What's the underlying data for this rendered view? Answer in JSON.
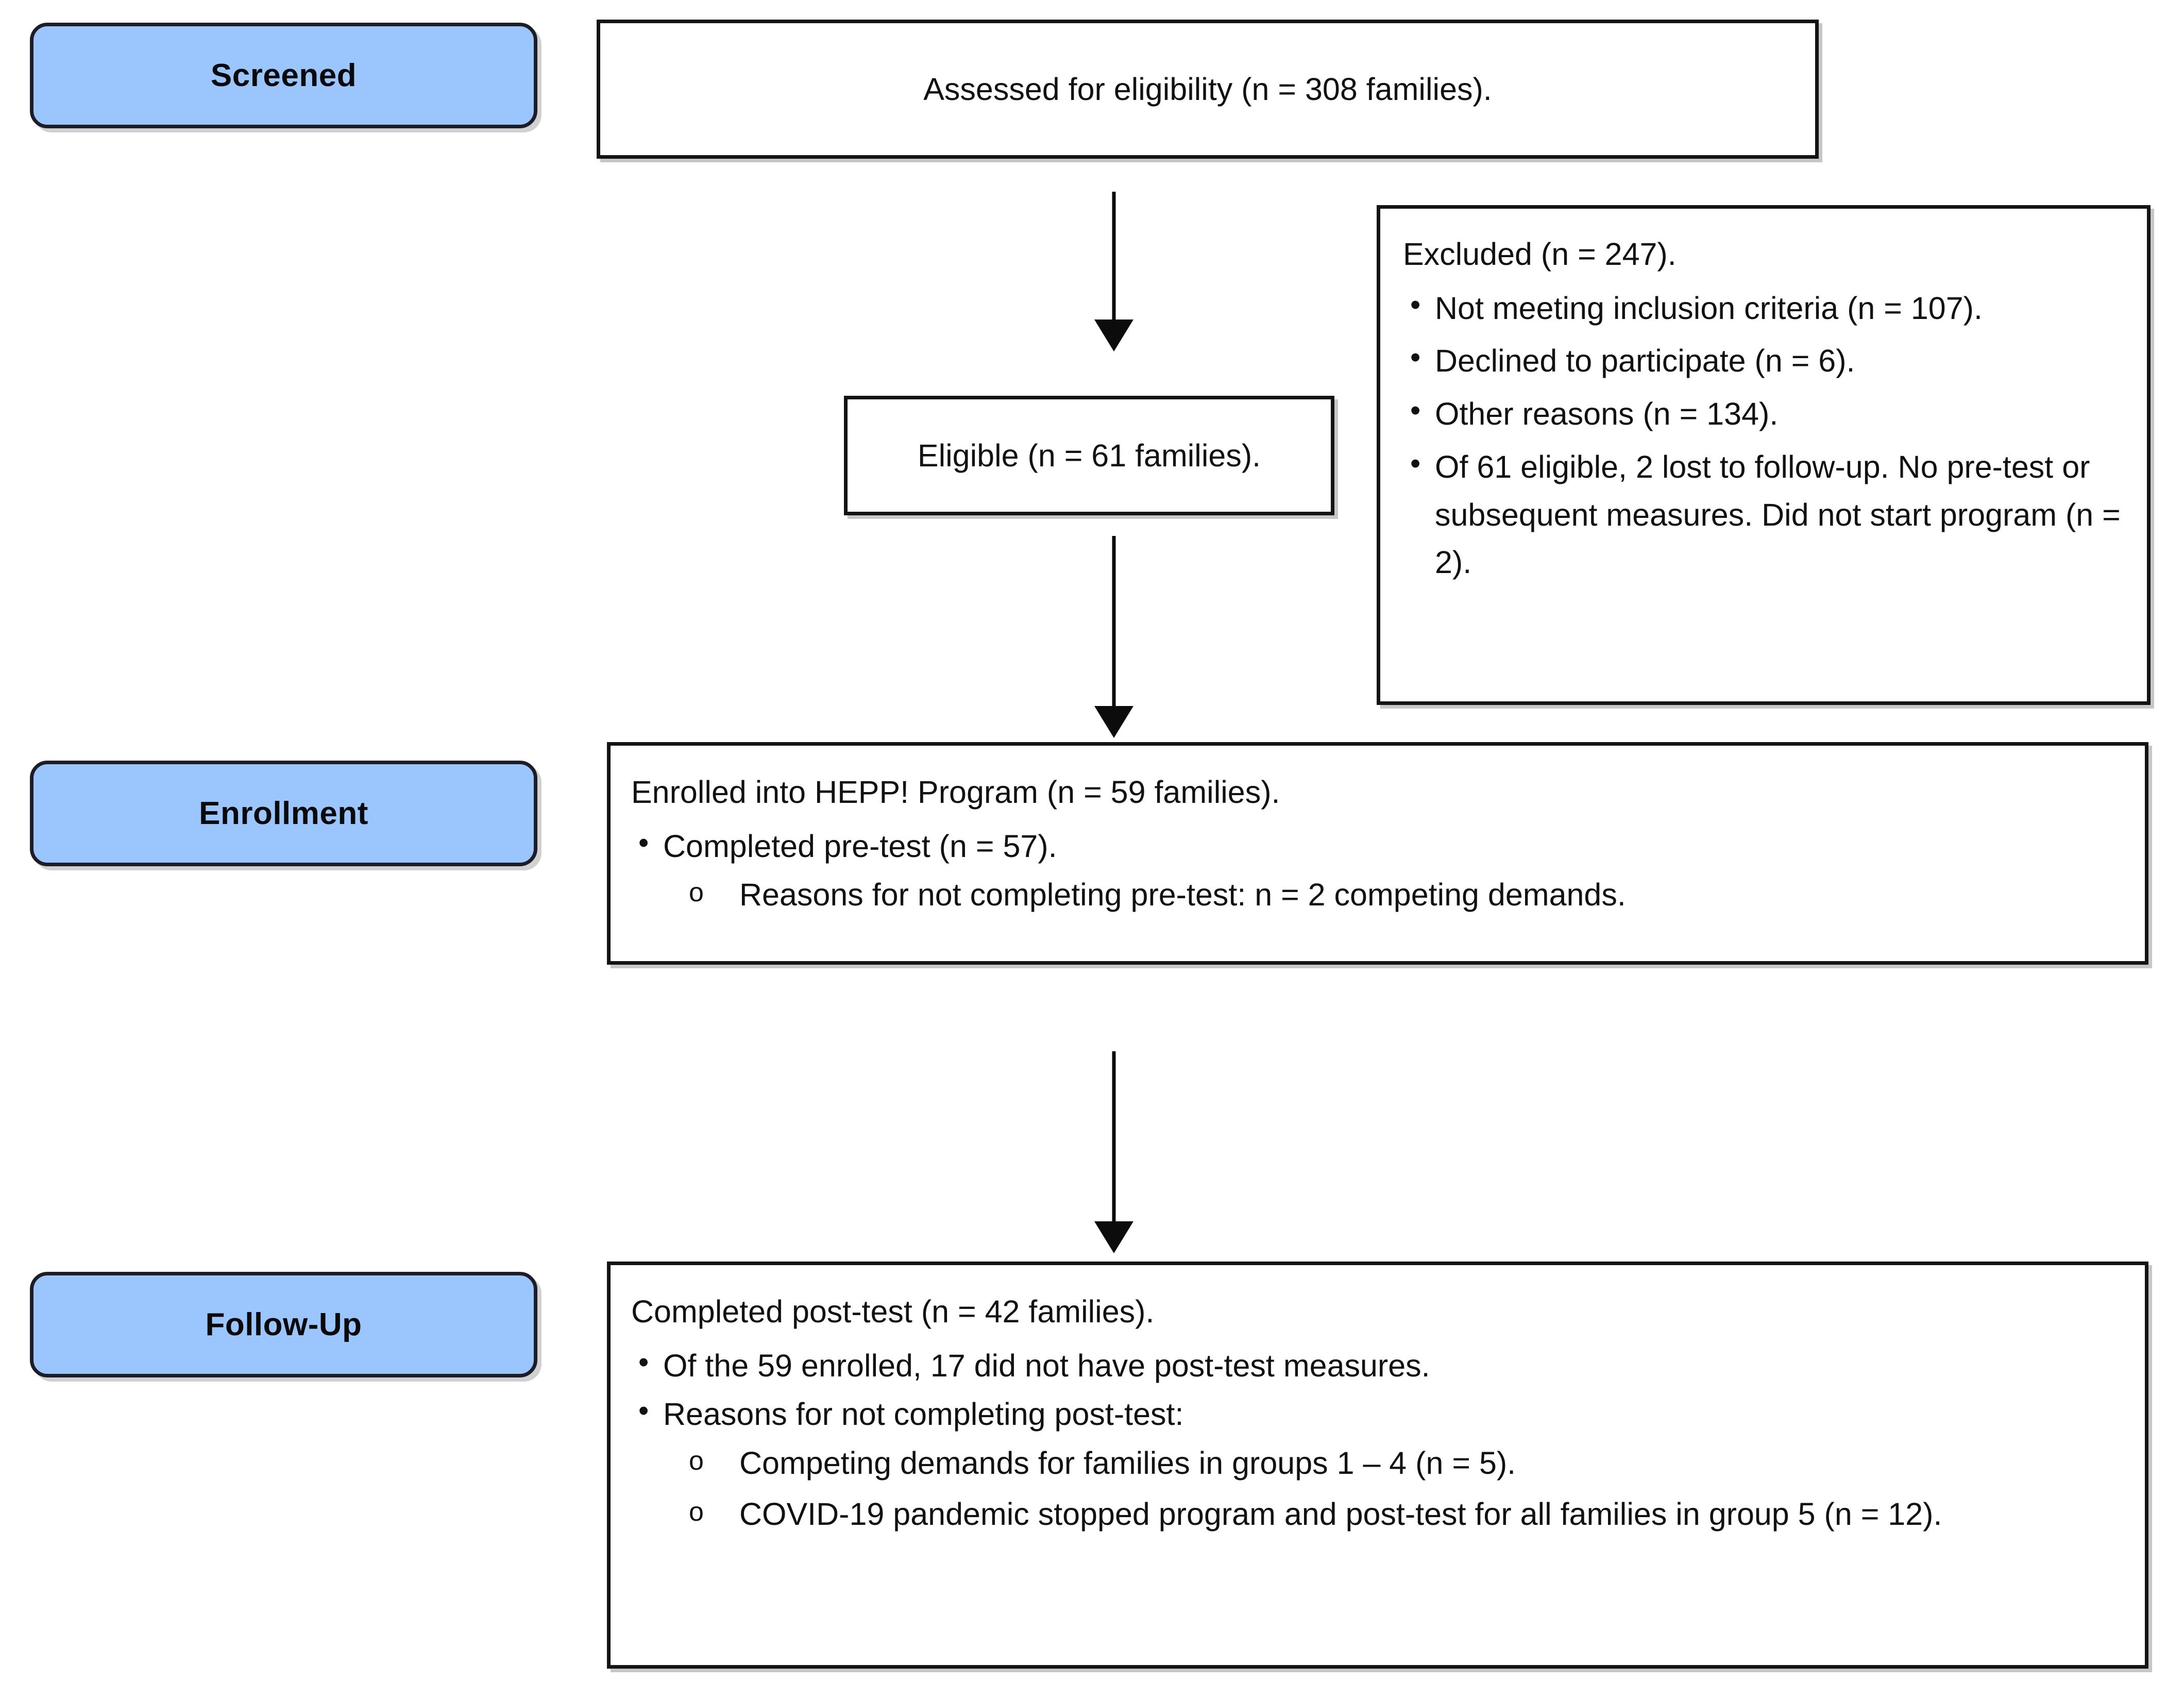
{
  "diagram": {
    "title": "CONSORT participant flow diagram",
    "accent_color": "#9ac6fd",
    "border_color": "#141414",
    "background_color": "#ffffff"
  },
  "stages": {
    "screened": "Screened",
    "enrollment": "Enrollment",
    "followup": "Follow-Up"
  },
  "boxes": {
    "assessed": {
      "text": "Assessed for eligibility (n = 308 families)."
    },
    "excluded": {
      "lead": "Excluded (n = 247).",
      "bullets": [
        "Not meeting inclusion criteria (n = 107).",
        "Declined to participate (n = 6).",
        "Other reasons (n = 134).",
        "Of 61 eligible, 2 lost to follow-up. No pre-test or subsequent measures. Did not start program (n = 2)."
      ]
    },
    "eligible": {
      "text": "Eligible (n = 61 families)."
    },
    "enrolled": {
      "lead": "Enrolled into HEPP! Program (n = 59 families).",
      "bullets": [
        "Completed pre-test (n = 57)."
      ],
      "subbullets": [
        "Reasons for not completing pre-test: n = 2 competing demands."
      ]
    },
    "posttest": {
      "lead": "Completed post-test (n = 42 families).",
      "bullets": [
        "Of the 59 enrolled, 17 did not have post-test measures.",
        "Reasons for not completing post-test:"
      ],
      "subbullets": [
        "Competing demands for families in groups 1 – 4 (n = 5).",
        "COVID-19 pandemic stopped program and post-test for all families in group 5 (n = 12)."
      ]
    }
  },
  "arrows": [
    {
      "name": "assessed-to-eligible",
      "direction": "down"
    },
    {
      "name": "eligible-to-enrolled",
      "direction": "down"
    },
    {
      "name": "enrolled-to-posttest",
      "direction": "down"
    }
  ]
}
